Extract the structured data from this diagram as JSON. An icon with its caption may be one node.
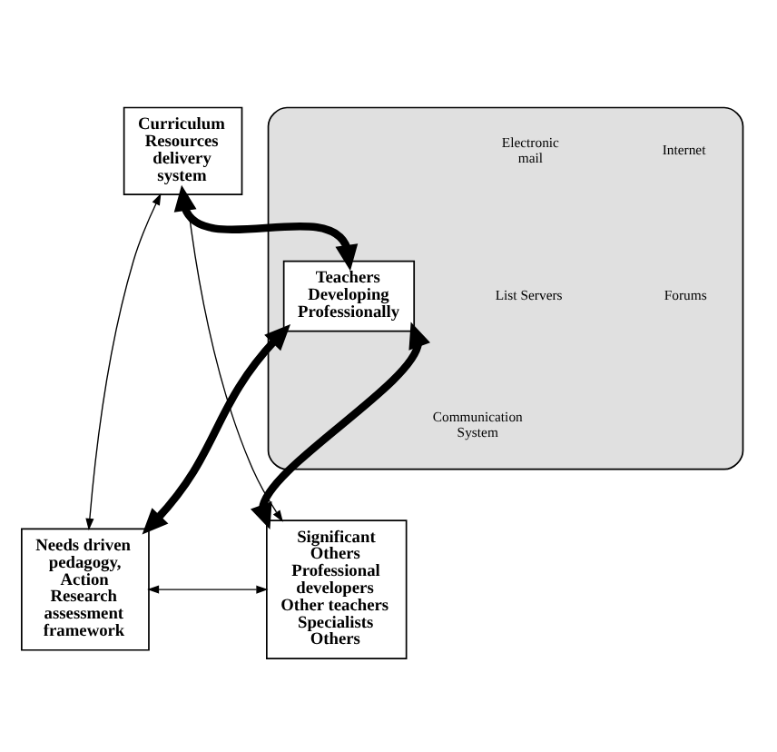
{
  "diagram": {
    "nodes": [
      {
        "text": [
          "Curriculum Resources delivery system"
        ]
      },
      {
        "text": [
          "Electronic mail",
          "Internet",
          "List Servers",
          "Forums",
          "Communication System"
        ]
      },
      {
        "text": [
          "Teachers Developing Professionally"
        ],
        "in": 1
      },
      {
        "text": [
          "Needs driven pedagogy, Action Research assessment framework"
        ]
      },
      {
        "text": [
          "Significant Others",
          "Professional developers",
          "Other teachers",
          "Specialists",
          "Others"
        ]
      }
    ],
    "edges": [
      {
        "from": 0,
        "to": 2,
        "arrow": "both",
        "style": "thick"
      },
      {
        "from": 3,
        "to": 2,
        "arrow": "both",
        "style": "thick"
      },
      {
        "from": 4,
        "to": 2,
        "arrow": "both",
        "style": "thick"
      },
      {
        "from": 0,
        "to": 3,
        "arrow": "both"
      },
      {
        "from": 0,
        "to": 4,
        "arrow": "both"
      },
      {
        "from": 3,
        "to": 4,
        "arrow": "both"
      }
    ]
  }
}
